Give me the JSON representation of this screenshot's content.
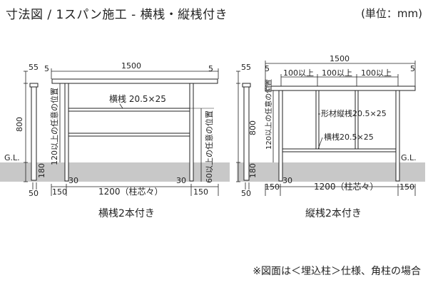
{
  "title": "寸法図 / 1スパン施工 - 横桟・縦桟付き",
  "unit": "(単位：mm)",
  "note": "※図面は＜埋込柱＞仕様、角柱の場合",
  "common": {
    "gl": "G.L.",
    "dim_55": "55",
    "dim_800": "800",
    "dim_180": "180",
    "dim_50": "50",
    "dim_5": "5",
    "dim_1500": "1500",
    "dim_150": "150",
    "dim_30": "30",
    "dim_1200": "1200（柱芯々）"
  },
  "left_diagram": {
    "caption": "横桟2本付き",
    "rail_label": "横桟 20.5×25",
    "vertical_note_left": "120以上の任意の位置",
    "vertical_note_right": "60以上の任意の位置"
  },
  "right_diagram": {
    "caption": "縦桟2本付き",
    "spacing_100": "100以上",
    "slat_label": "形材縦桟20.5×25",
    "rail_label": "横桟20.5×25",
    "vertical_note_left": "120以上の任意の位置"
  }
}
